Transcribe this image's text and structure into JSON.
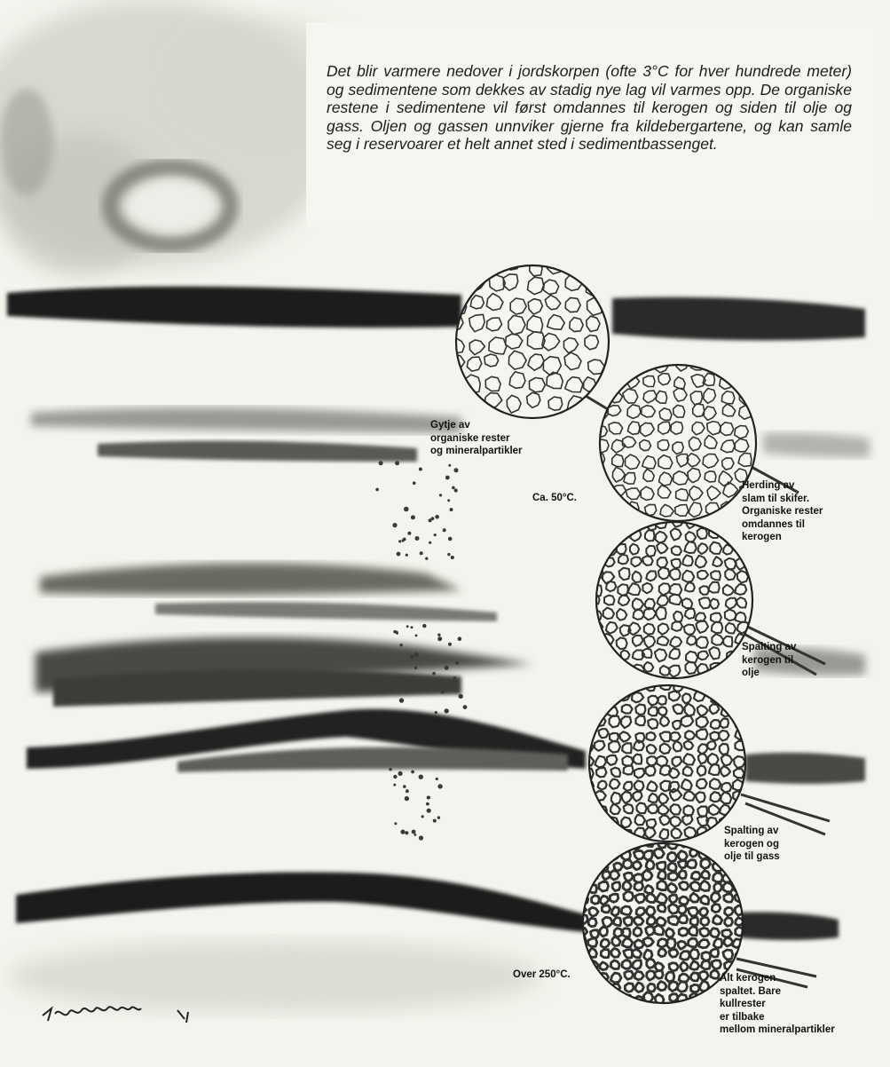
{
  "intro_text": "Det blir varmere nedover i jordskorpen (ofte 3°C for hver hundrede meter) og sedimentene som dekkes av stadig nye lag vil varmes opp. De organiske restene i sedimentene vil først omdannes til kerogen og siden til olje og gass. Oljen og gassen unnviker gjerne fra kildebergartene, og kan samle seg i reservoarer et helt annet sted i sedimentbassenget.",
  "stages": [
    {
      "label": "Gytje av\norganiske rester\nog mineralpartikler",
      "temperature": ""
    },
    {
      "label": "Herding av\nslam til skifer.\nOrganiske rester\nomdannes til\nkerogen",
      "temperature": "Ca. 50°C."
    },
    {
      "label": "Spalting av\nkerogen til\nolje",
      "temperature": ""
    },
    {
      "label": "Spalting av\nkerogen og\nolje til gass",
      "temperature": ""
    },
    {
      "label": "Alt kerogen\nspaltet. Bare\nkullrester\ner tilbake\nmellom mineralpartikler",
      "temperature": "Over 250°C."
    }
  ],
  "artist_signature": "signature",
  "colors": {
    "paper": "#f4f4ee",
    "ink": "#1c1c1c",
    "wash": "#6d6d6d"
  }
}
